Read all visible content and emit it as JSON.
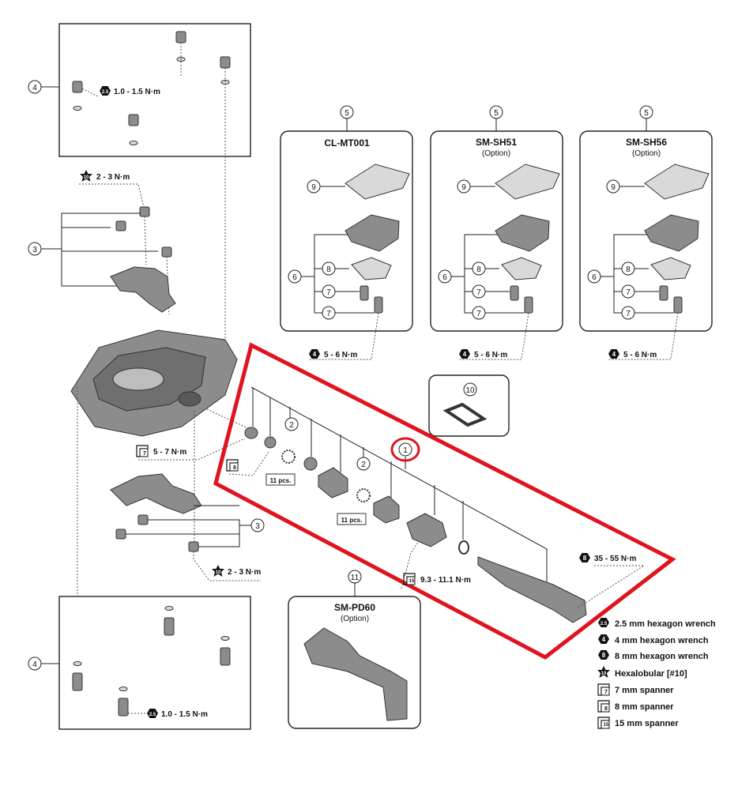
{
  "callouts": {
    "n1": "1",
    "n2": "2",
    "n3": "3",
    "n4": "4",
    "n5": "5",
    "n6": "6",
    "n7": "7",
    "n8": "8",
    "n9": "9",
    "n10": "10",
    "n11": "11"
  },
  "torques": {
    "top_screws": "1.0 - 1.5 N·m",
    "bottom_screws": "1.0 - 1.5 N·m",
    "cage_top": "2 - 3 N·m",
    "cage_bottom": "2 - 3 N·m",
    "cleat": "5 - 6 N·m",
    "locknut": "5 - 7 N·m",
    "axle_nut": "9.3 - 11.1 N·m",
    "axle": "35 - 55 N·m"
  },
  "tool_glyphs": {
    "hex_2_5": "2.5",
    "hex_4": "4",
    "hex_8": "8",
    "hexalobular": "10",
    "spanner_7": "7",
    "spanner_8": "8",
    "spanner_15": "15"
  },
  "cleats": [
    {
      "title": "CL-MT001",
      "subtitle": ""
    },
    {
      "title": "SM-SH51",
      "subtitle": "(Option)"
    },
    {
      "title": "SM-SH56",
      "subtitle": "(Option)"
    }
  ],
  "tool_box": {
    "title": "SM-PD60",
    "subtitle": "(Option)"
  },
  "pcs": {
    "first": "11 pcs.",
    "second": "11 pcs."
  },
  "legend": [
    {
      "icon": "hex-2-5",
      "label": "2.5 mm hexagon wrench"
    },
    {
      "icon": "hex-4",
      "label": "4 mm hexagon wrench"
    },
    {
      "icon": "hex-8",
      "label": "8 mm hexagon wrench"
    },
    {
      "icon": "hexalobular",
      "label": "Hexalobular [#10]"
    },
    {
      "icon": "spanner-7",
      "label": "7 mm spanner"
    },
    {
      "icon": "spanner-8",
      "label": "8 mm spanner"
    },
    {
      "icon": "spanner-15",
      "label": "15 mm spanner"
    }
  ],
  "colors": {
    "highlight": "#e0141e",
    "part_gray": "#8c8c8c",
    "line": "#222222"
  }
}
